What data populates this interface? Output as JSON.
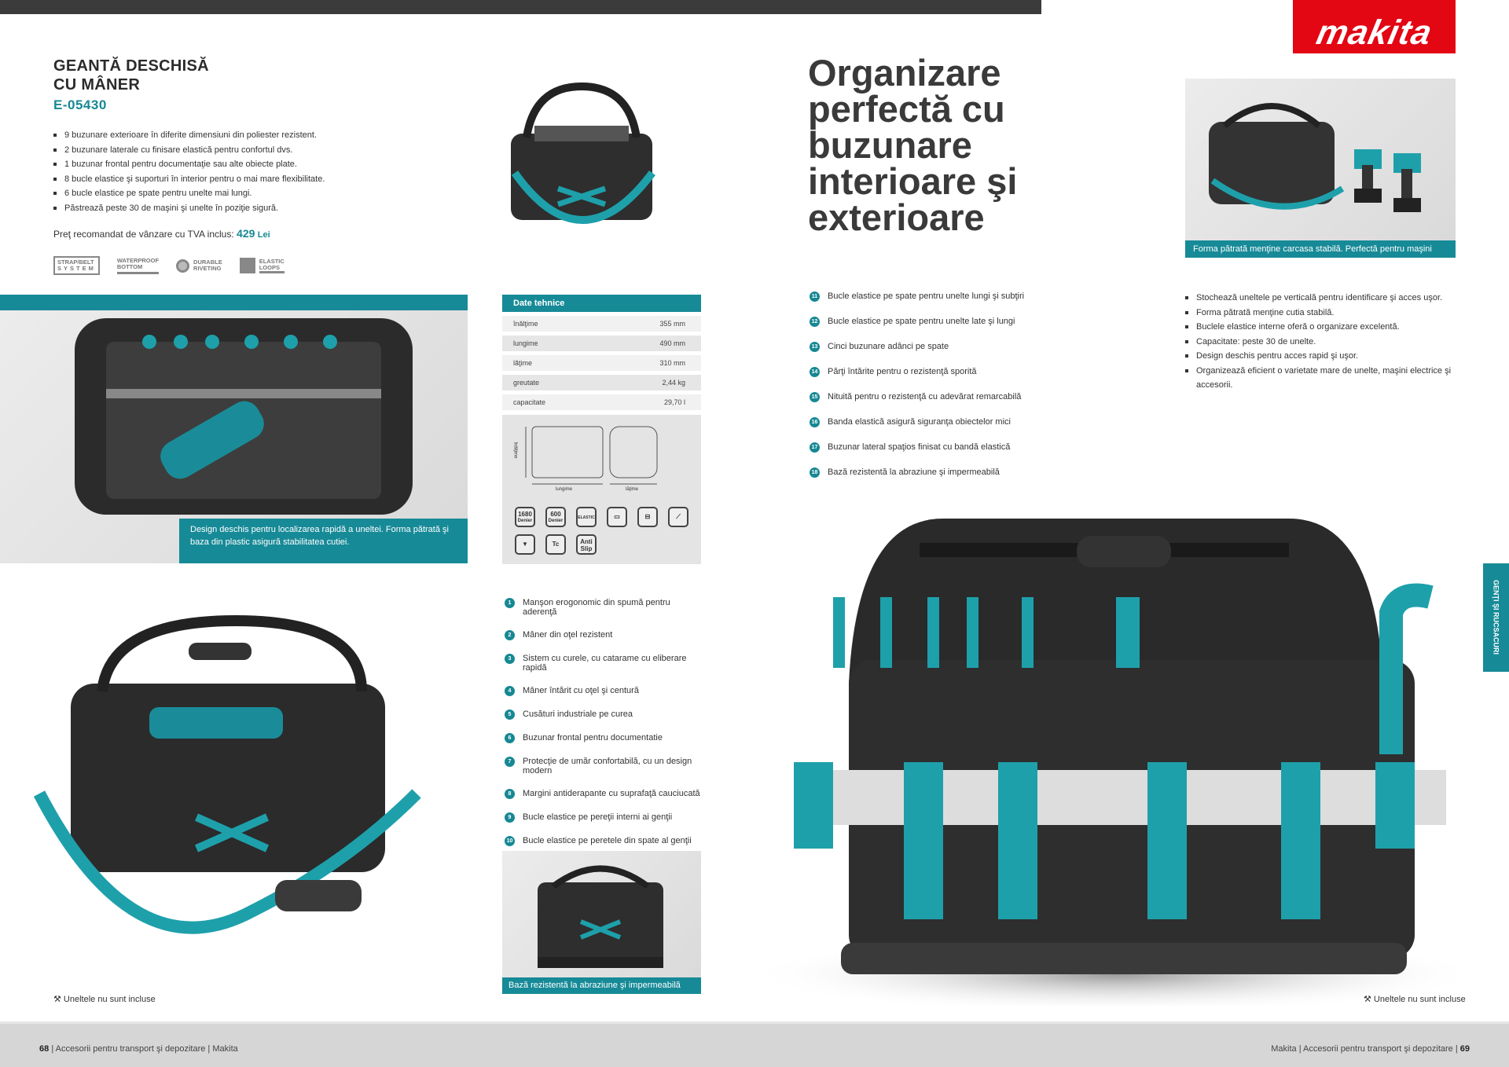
{
  "brand": {
    "logo_text": "makita",
    "colors": {
      "teal": "#178a97",
      "red": "#e30613",
      "dark": "#3b3b3b"
    }
  },
  "product": {
    "title_line1": "GEANTĂ DESCHISĂ",
    "title_line2": "CU MÂNER",
    "code": "E-05430",
    "features": [
      "9 buzunare exterioare în diferite dimensiuni din poliester rezistent.",
      "2 buzunare laterale cu finisare elastică pentru confortul dvs.",
      "1 buzunar frontal pentru documentaţie sau alte obiecte plate.",
      "8 bucle elastice şi suporturi în interior pentru o mai mare flexibilitate.",
      "6 bucle elastice pe spate pentru unelte mai lungi.",
      "Păstrează peste 30 de maşini şi unelte în poziţie sigură."
    ],
    "price_label": "Preţ recomandat de vânzare cu TVA inclus:",
    "price_value": "429",
    "price_currency": "Lei",
    "badges": [
      {
        "line1": "STRAP/BELT",
        "line2": "SYSTEM"
      },
      {
        "line1": "WATERPROOF",
        "line2": "BOTTOM"
      },
      {
        "line1": "DURABLE",
        "line2": "RIVETING"
      },
      {
        "line1": "ELASTIC",
        "line2": "LOOPS"
      }
    ]
  },
  "left_caption": "Design deschis pentru localizarea rapidă a uneltei. Forma pătrată şi baza din plastic asigură stabilitatea cutiei.",
  "specs": {
    "title": "Date tehnice",
    "rows": [
      {
        "label": "înălţime",
        "value": "355 mm"
      },
      {
        "label": "lungime",
        "value": "490 mm"
      },
      {
        "label": "lăţime",
        "value": "310 mm"
      },
      {
        "label": "greutate",
        "value": "2,44 kg"
      },
      {
        "label": "capacitate",
        "value": "29,70 l"
      }
    ],
    "drawing_labels": {
      "height": "înălţime",
      "length": "lungime",
      "width": "lăţime"
    },
    "icons": [
      {
        "l1": "1680",
        "l2": "Denier"
      },
      {
        "l1": "600",
        "l2": "Denier"
      },
      {
        "l1": "ELASTIC",
        "l2": ""
      },
      {
        "l1": "▭",
        "l2": ""
      },
      {
        "l1": "⊟",
        "l2": ""
      },
      {
        "l1": "⟋",
        "l2": ""
      },
      {
        "l1": "▼",
        "l2": ""
      },
      {
        "l1": "Tc",
        "l2": ""
      },
      {
        "l1": "Anti",
        "l2": "Slip"
      }
    ]
  },
  "heading": [
    "Organizare",
    "perfectă cu",
    "buzunare",
    "interioare şi",
    "exterioare"
  ],
  "top_right_caption": "Forma pătrată menţine carcasa stabilă. Perfectă pentru maşini",
  "features_11_18": [
    {
      "n": "11",
      "t": "Bucle elastice pe spate pentru unelte lungi şi subţiri"
    },
    {
      "n": "12",
      "t": "Bucle elastice pe spate pentru unelte late şi lungi"
    },
    {
      "n": "13",
      "t": "Cinci buzunare adânci pe spate"
    },
    {
      "n": "14",
      "t": "Părţi întărite pentru o rezistenţă sporită"
    },
    {
      "n": "15",
      "t": "Nituită pentru o rezistenţă cu adevărat remarcabilă"
    },
    {
      "n": "16",
      "t": "Banda elastică asigură siguranţa obiectelor mici"
    },
    {
      "n": "17",
      "t": "Buzunar lateral spaţios finisat cu bandă elastică"
    },
    {
      "n": "18",
      "t": "Bază rezistentă la abraziune şi impermeabilă"
    }
  ],
  "right_bullets": [
    "Stochează uneltele pe verticală pentru identificare şi acces uşor.",
    "Forma pătrată menţine cutia stabilă.",
    "Buclele elastice interne oferă o organizare excelentă.",
    "Capacitate: peste 30 de unelte.",
    "Design deschis pentru acces rapid şi uşor.",
    "Organizează eficient o varietate mare de unelte, maşini electrice şi accesorii."
  ],
  "features_1_10": [
    {
      "n": "1",
      "t": "Manşon erogonomic din spumă pentru aderenţă"
    },
    {
      "n": "2",
      "t": "Mâner din oţel rezistent"
    },
    {
      "n": "3",
      "t": "Sistem cu curele, cu catarame cu eliberare rapidă"
    },
    {
      "n": "4",
      "t": "Mâner întărit cu oţel şi centură"
    },
    {
      "n": "5",
      "t": "Cusături industriale pe curea"
    },
    {
      "n": "6",
      "t": "Buzunar frontal pentru documentatie"
    },
    {
      "n": "7",
      "t": "Protecţie de umăr confortabilă, cu un design modern"
    },
    {
      "n": "8",
      "t": "Margini antiderapante cu suprafaţă cauciucată"
    },
    {
      "n": "9",
      "t": "Bucle elastice pe pereţii interni ai genţii"
    },
    {
      "n": "10",
      "t": "Bucle elastice pe peretele din spate al genţii"
    }
  ],
  "bottom_center_caption": "Bază rezistentă la abraziune şi impermeabilă",
  "side_tab": "GENŢI ŞI RUCSACURI",
  "tools_note": "Uneltele nu sunt incluse",
  "footer": {
    "left_page": "68",
    "left_text": "| Accesorii pentru transport şi depozitare | Makita",
    "right_text": "Makita | Accesorii pentru transport şi depozitare |",
    "right_page": "69"
  }
}
